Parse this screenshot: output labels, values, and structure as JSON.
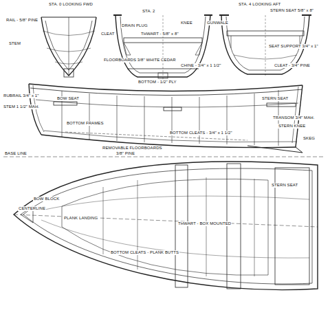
{
  "diagram": {
    "labels": [
      "STA. 0 LOOKING FWD",
      "RAIL - 5/8\" PINE",
      "STEM",
      "CLEAT",
      "STA. 2",
      "DRAIN PLUG",
      "THWART - 5/8\" x 8\"",
      "KNEE",
      "FLOORBOARDS 3/8\" WHITE CEDAR",
      "BOTTOM - 1/2\" PLY",
      "CHINE - 3/4\" x 1 1/2\"",
      "GUNWALE",
      "STA. 4 LOOKING AFT",
      "STERN SEAT 5/8\" x 8\"",
      "SEAT SUPPORT 3/4\" x 1\"",
      "CLEAT - 3/4\" PINE",
      "BOW SEAT",
      "STERN SEAT",
      "RUBRAIL 3/4\" x 1\"",
      "STEM 1 1/2\" MAH.",
      "BOTTOM FRAMES",
      "REMOVABLE FLOORBOARDS",
      "3/8\" PINE",
      "BOTTOM CLEATS - 3/4\" x 1 1/2\"",
      "TRANSOM 3/4\" MAH.",
      "STERN KNEE",
      "SKEG",
      "BASE LINE",
      "BOW BLOCK",
      "PLANK LANDING",
      "THWART - BOX MOUNTED",
      "BOTTOM CLEATS - PLANK BUTTS",
      "STERN SEAT",
      "CENTERLINE"
    ]
  }
}
